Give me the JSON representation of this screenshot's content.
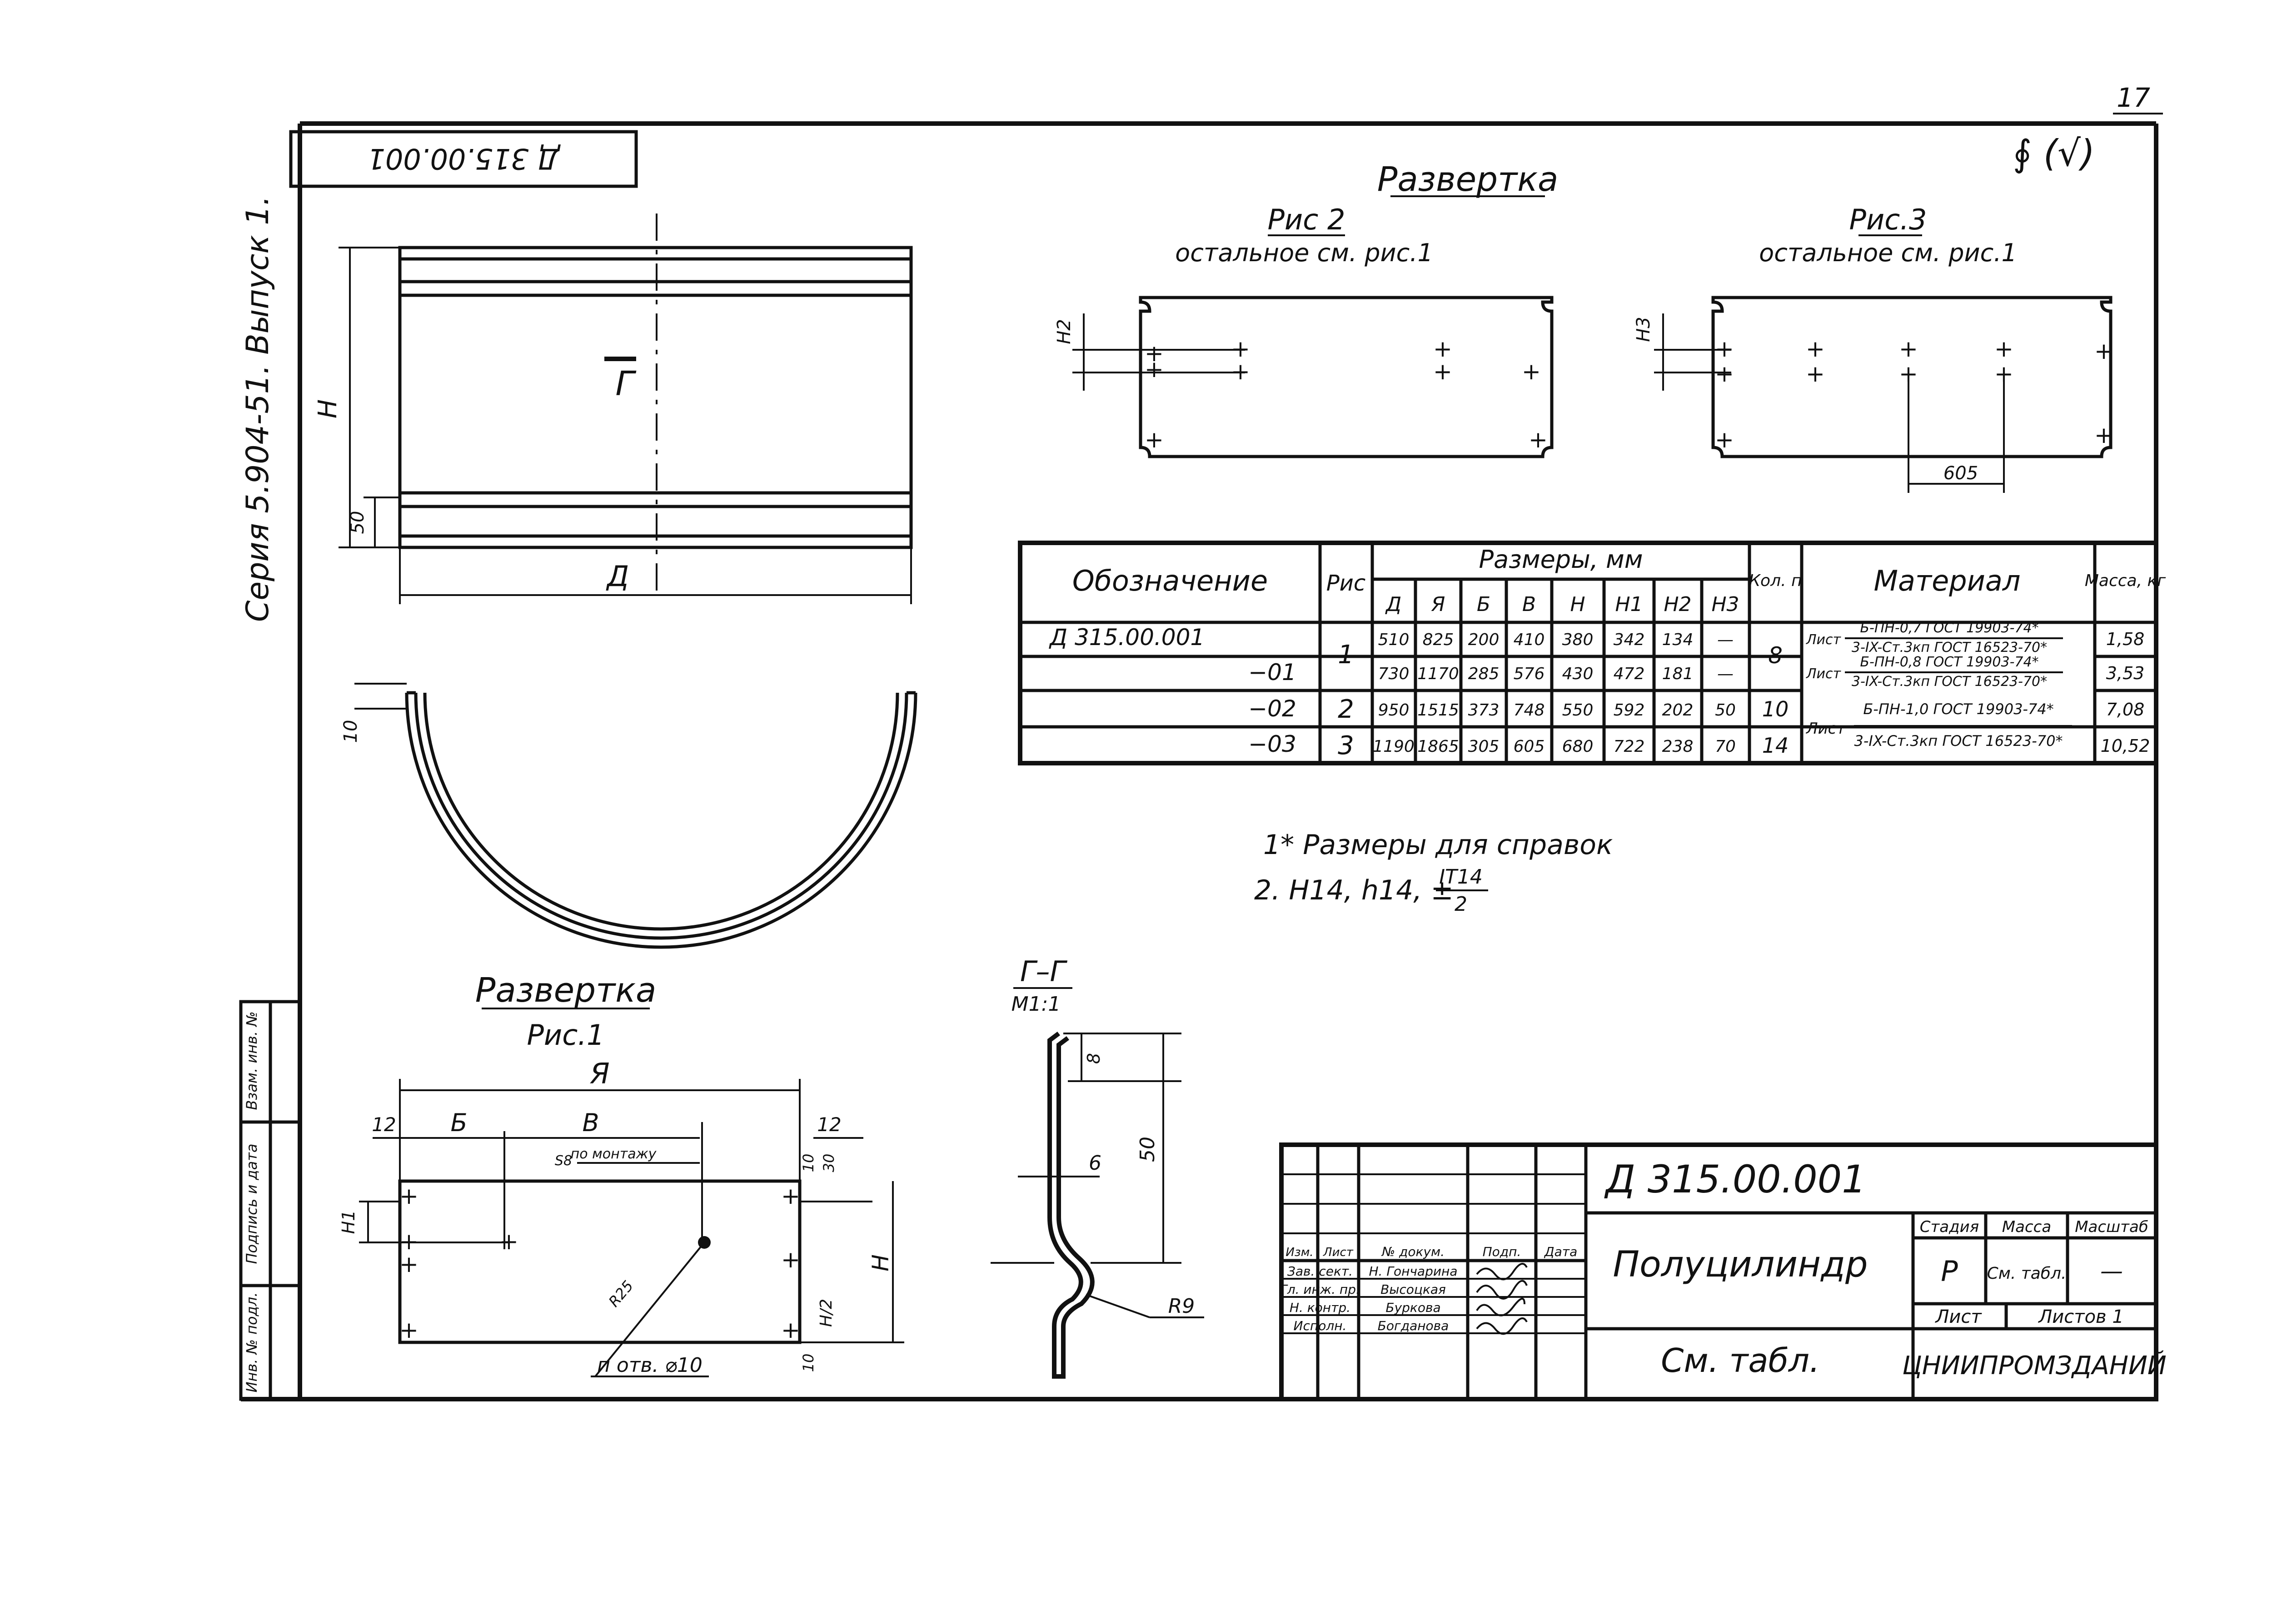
{
  "page_number": "17",
  "top_right_note": "∮ (√)",
  "doc_code_stamp": "Д 315.00.001",
  "series_vertical": "Серия 5.904-51. Выпуск 1.",
  "views": {
    "front_dims": {
      "H": "H",
      "d50": "50",
      "D": "Д",
      "section_mark": "Г"
    },
    "arc_dim": "10",
    "razvertka_title": "Развертка",
    "fig1_caption": "Рис.1",
    "fig2": {
      "title": "Рис 2",
      "note": "остальное см. рис.1",
      "dim": "H2"
    },
    "fig3": {
      "title": "Рис.3",
      "note": "остальное см. рис.1",
      "dim": "H3",
      "pitch": "605"
    },
    "fig1_dims": {
      "A": "Я",
      "B": "Б",
      "V": "В",
      "d12a": "12",
      "d12b": "12",
      "h1": "H1",
      "H": "H",
      "H_half": "H/2",
      "d10a": "10",
      "d30": "30",
      "d10b": "10",
      "r25": "R25",
      "note_montazh": "по монтажу",
      "s8": "S8",
      "holes": "п отв. ⌀10"
    }
  },
  "section_gg": {
    "title": "Г–Г",
    "scale": "М1:1",
    "d8": "8",
    "d6": "6",
    "d50": "50",
    "r9": "R9"
  },
  "spec_table": {
    "h_designation": "Обозначение",
    "h_fig": "Рис",
    "h_dims": "Размеры, мм",
    "h_dim_cols": [
      "Д",
      "Я",
      "Б",
      "В",
      "H",
      "H1",
      "H2",
      "H3"
    ],
    "h_qty": "Кол. п",
    "h_material": "Материал",
    "h_mass": "Масса, кг",
    "rows": [
      {
        "designation": "Д 315.00.001",
        "fig": "1",
        "vals": [
          "510",
          "825",
          "200",
          "410",
          "380",
          "342",
          "134",
          "—"
        ],
        "qty": "8",
        "mass": "1,58"
      },
      {
        "designation": "−01",
        "fig": "",
        "vals": [
          "730",
          "1170",
          "285",
          "576",
          "430",
          "472",
          "181",
          "—"
        ],
        "qty": "",
        "mass": "3,53"
      },
      {
        "designation": "−02",
        "fig": "2",
        "vals": [
          "950",
          "1515",
          "373",
          "748",
          "550",
          "592",
          "202",
          "50"
        ],
        "qty": "10",
        "mass": "7,08"
      },
      {
        "designation": "−03",
        "fig": "3",
        "vals": [
          "1190",
          "1865",
          "305",
          "605",
          "680",
          "722",
          "238",
          "70"
        ],
        "qty": "14",
        "mass": "10,52"
      }
    ],
    "materials": [
      {
        "label": "Лист",
        "top": "Б-ПН-0,7 ГОСТ 19903-74*",
        "bottom": "3-IX-Ст.3кп ГОСТ 16523-70*"
      },
      {
        "label": "Лист",
        "top": "Б-ПН-0,8 ГОСТ 19903-74*",
        "bottom": "3-IX-Ст.3кп ГОСТ 16523-70*"
      },
      {
        "label": "Лист",
        "top": "Б-ПН-1,0 ГОСТ 19903-74*",
        "bottom": "3-IX-Ст.3кп ГОСТ 16523-70*"
      }
    ]
  },
  "notes": {
    "n1": "1* Размеры для справок",
    "n2_prefix": "2. H14, h14, ±",
    "n2_num": "IT14",
    "n2_den": "2"
  },
  "title_block": {
    "code": "Д 315.00.001",
    "name": "Полуцилиндр",
    "material": "См. табл.",
    "org": "ЦНИИПРОМЗДАНИЙ",
    "stage_h": "Стадия",
    "mass_h": "Масса",
    "scale_h": "Масштаб",
    "stage": "Р",
    "mass": "См. табл.",
    "scale": "—",
    "sheet": "Лист",
    "sheets": "Листов 1",
    "hdr": [
      "Изм.",
      "Лист",
      "№ докум.",
      "Подп.",
      "Дата"
    ],
    "roles": [
      "Зав. сект.",
      "Гл. инж. пр.",
      "Н. контр.",
      "Исполн."
    ],
    "people": [
      "Н. Гончарина",
      "Высоцкая",
      "Буркова",
      "Богданова"
    ]
  },
  "side_stamps": [
    "Инв. № подл.",
    "Подпись и дата",
    "Взам. инв. №"
  ]
}
